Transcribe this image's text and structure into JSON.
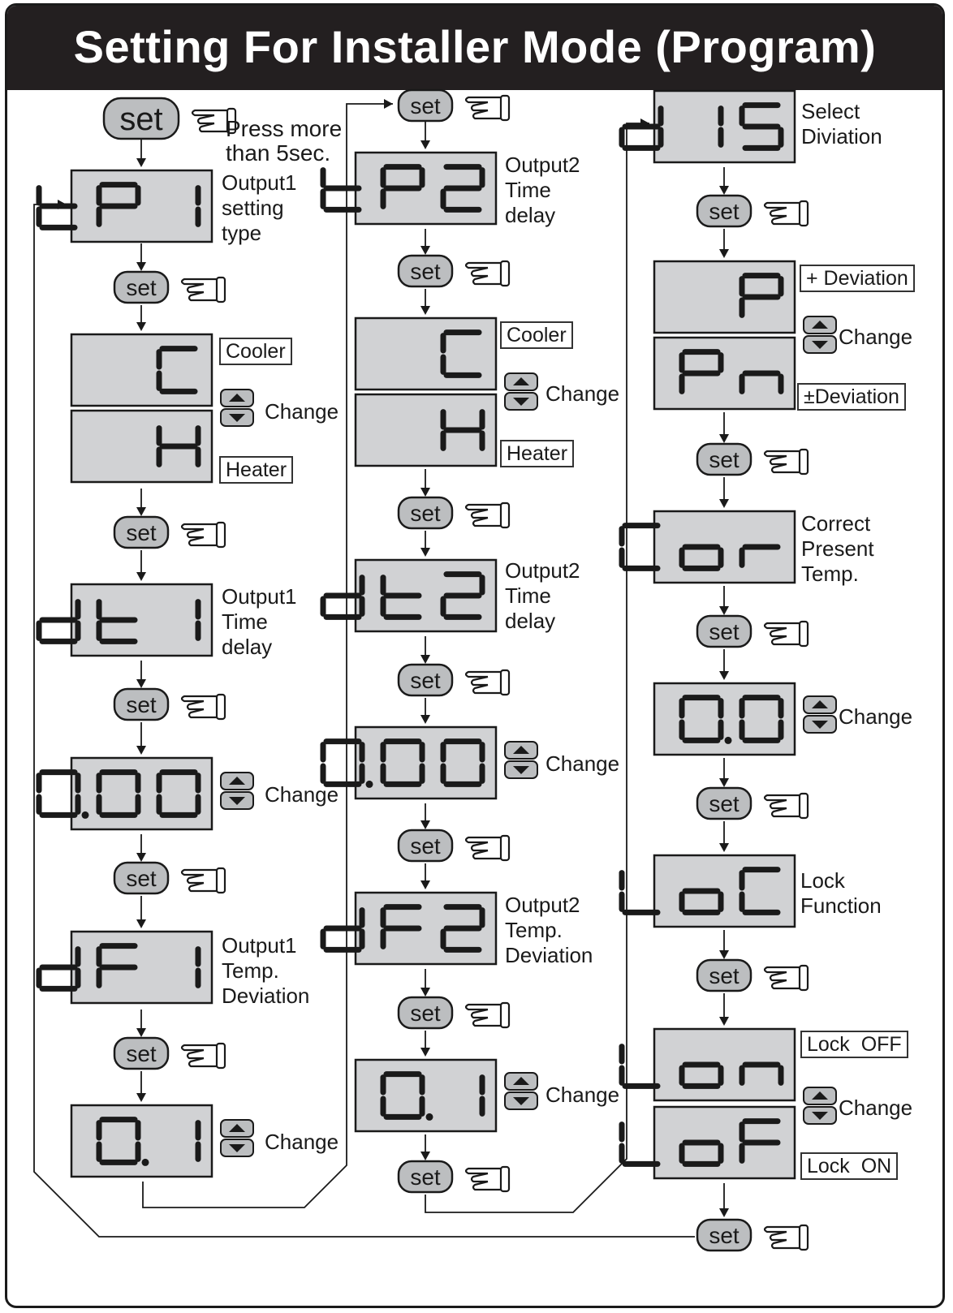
{
  "title": "Setting For Installer Mode (Program)",
  "set_label": "set",
  "first_step_note": "Press more\nthan 5sec.",
  "change_label": "Change",
  "colors": {
    "title_bg": "#231f20",
    "lcd_bg": "#d1d2d4",
    "segment": "#1a1a1a",
    "button_bg": "#bcbec0"
  },
  "columns": [
    {
      "name": "output1",
      "steps": [
        {
          "display": "tP1",
          "label": "Output1\nsetting\ntype"
        },
        {
          "display": "C",
          "option": "Cooler",
          "alt_display": "H",
          "alt_option": "Heater",
          "changeable": true
        },
        {
          "display": "dt1",
          "label": "Output1\nTime\ndelay"
        },
        {
          "display": "0.00",
          "changeable": true
        },
        {
          "display": "dF1",
          "label": "Output1\nTemp.\nDeviation"
        },
        {
          "display": "0.1",
          "changeable": true
        }
      ]
    },
    {
      "name": "output2",
      "steps": [
        {
          "display": "tP2",
          "label": "Output2\nTime\ndelay"
        },
        {
          "display": "C",
          "option": "Cooler",
          "alt_display": "H",
          "alt_option": "Heater",
          "changeable": true
        },
        {
          "display": "dt2",
          "label": "Output2\nTime\ndelay"
        },
        {
          "display": "0.00",
          "changeable": true
        },
        {
          "display": "dF2",
          "label": "Output2\nTemp.\nDeviation"
        },
        {
          "display": "0.1",
          "changeable": true
        }
      ]
    },
    {
      "name": "settings",
      "steps": [
        {
          "display": "dIS",
          "label": "Select\nDiviation"
        },
        {
          "display": "P",
          "option": "+ Deviation",
          "alt_display": "Pn",
          "alt_option": "±Deviation",
          "changeable": true
        },
        {
          "display": "Cor",
          "label": "Correct\nPresent\nTemp."
        },
        {
          "display": "0.0",
          "changeable": true
        },
        {
          "display": "LoC",
          "label": "Lock\nFunction"
        },
        {
          "display": "Lon",
          "option": "Lock  OFF",
          "alt_display": "LoF",
          "alt_option": "Lock  ON",
          "changeable": true
        }
      ]
    }
  ]
}
